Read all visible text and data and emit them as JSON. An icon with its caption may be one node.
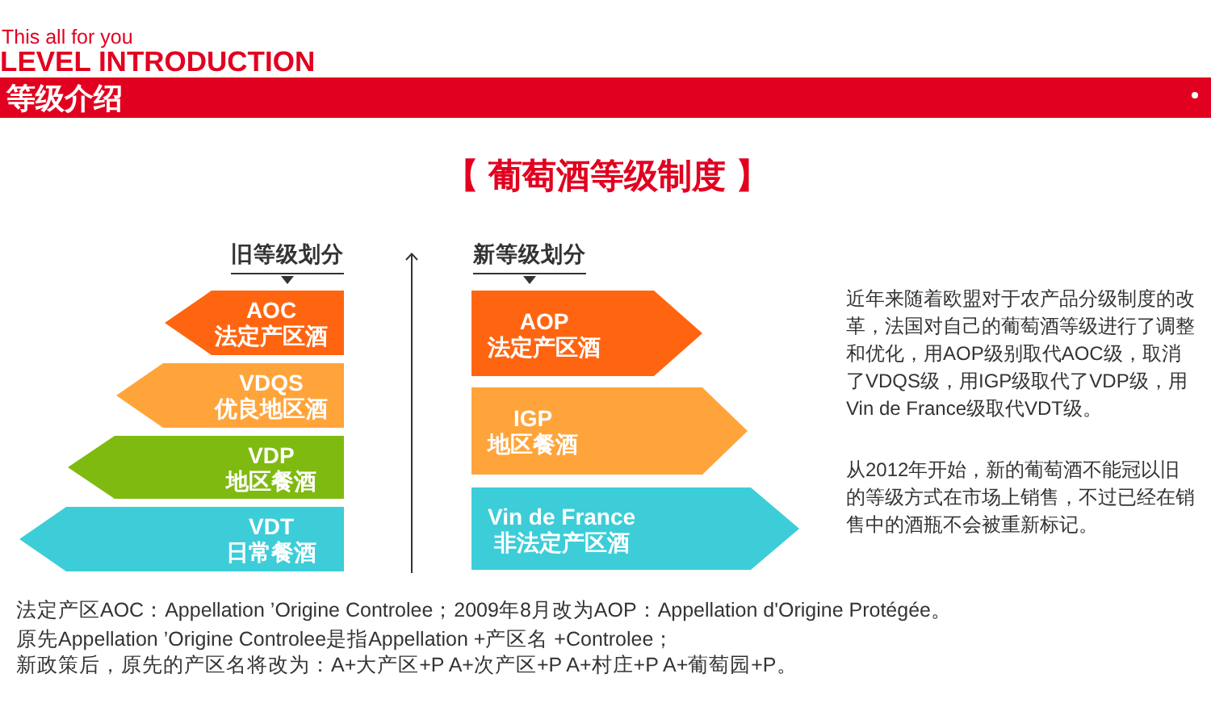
{
  "diagram": {
    "title": "【 葡萄酒等级制度 】",
    "nodes": [
      {
        "text": [
          "等级介绍"
        ]
      },
      {
        "text": [
          "AOC",
          "法定产区酒"
        ]
      },
      {
        "text": [
          "VDQS",
          "优良地区酒"
        ]
      },
      {
        "text": [
          "VDP",
          "地区餐酒"
        ]
      },
      {
        "text": [
          "VDT",
          "日常餐酒"
        ]
      },
      {
        "text": [
          "AOP",
          "法定产区酒"
        ]
      },
      {
        "text": [
          "IGP",
          "地区餐酒"
        ]
      },
      {
        "text": [
          "Vin de France",
          "非法定产区酒"
        ]
      }
    ],
    "labels": [
      "This all for you",
      "LEVEL INTRODUCTION",
      "旧等级划分",
      "新等级划分",
      "近年来随着欧盟对于农产品分级制度的改革，法国对自己的葡萄酒等级进行了调整和优化，用AOP级别取代AOC级，取消了VDQS级，用IGP级取代了VDP级，用Vin de France级取代VDT级。",
      "从2012年开始，新的葡萄酒不能冠以旧的等级方式在市场上销售，不过已经在销售中的酒瓶不会被重新标记。",
      "法定产区AOC：Appellation ’Origine Controlee；2009年8月改为AOP：Appellation d'Origine Protégée。",
      "原先Appellation ’Origine Controlee是指Appellation +产区名 +Controlee；",
      "新政策后，原先的产区名将改为：A+大产区+P A+次产区+P A+村庄+P A+葡萄园+P。"
    ]
  }
}
